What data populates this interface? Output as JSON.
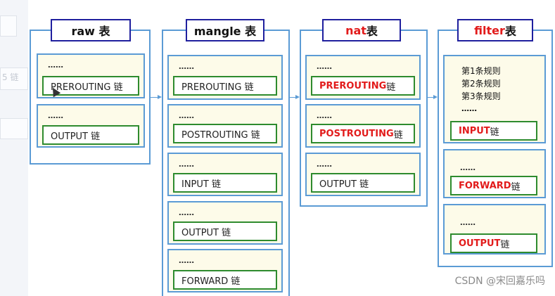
{
  "ghost_left": {
    "partial_label": "5 链"
  },
  "tables": {
    "raw": {
      "title": "raw 表",
      "chains": [
        {
          "dots": "……",
          "label": "PREROUTING 链"
        },
        {
          "dots": "……",
          "label": "OUTPUT 链"
        }
      ]
    },
    "mangle": {
      "title": "mangle 表",
      "chains": [
        {
          "dots": "……",
          "label": "PREROUTING 链"
        },
        {
          "dots": "……",
          "label": "POSTROUTING 链"
        },
        {
          "dots": "……",
          "label": "INPUT 链"
        },
        {
          "dots": "……",
          "label": "OUTPUT 链"
        },
        {
          "dots": "……",
          "label": "FORWARD 链"
        }
      ]
    },
    "nat": {
      "title_red": "nat",
      "title_rest": " 表",
      "chains": [
        {
          "dots": "……",
          "label_red": "PREROUTING",
          "label_rest": " 链"
        },
        {
          "dots": "……",
          "label_red": "POSTROUTING",
          "label_rest": " 链"
        },
        {
          "dots": "……",
          "label": "OUTPUT 链"
        }
      ]
    },
    "filter": {
      "title_red": "filter",
      "title_rest": " 表",
      "rules": [
        "第1条规则",
        "第2条规则",
        "第3条规则",
        "……"
      ],
      "chains": [
        {
          "label_red": "INPUT",
          "label_rest": " 链"
        },
        {
          "dots": "……",
          "label_red": "FORWARD",
          "label_rest": " 链"
        },
        {
          "dots": "……",
          "label_red": "OUTPUT",
          "label_rest": " 链"
        }
      ]
    }
  },
  "watermark": "CSDN @宋回嘉乐吗",
  "colors": {
    "table_border": "#5b9bd5",
    "title_border": "#1f1f9e",
    "chain_fill": "#fdfbe9",
    "label_border": "#2e8b2e",
    "highlight_red": "#e21b1b"
  }
}
